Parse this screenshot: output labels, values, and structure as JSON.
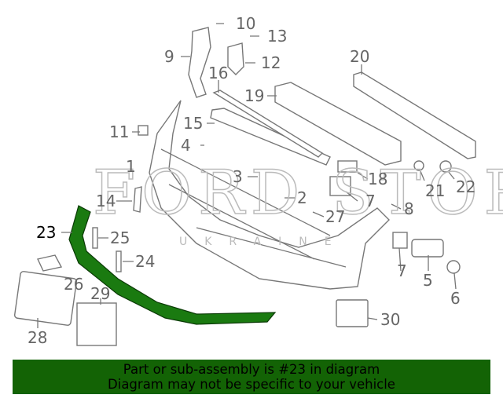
{
  "diagram": {
    "labels": [
      "10",
      "13",
      "9",
      "12",
      "16",
      "20",
      "19",
      "15",
      "11",
      "4",
      "1",
      "3",
      "18",
      "2",
      "14",
      "7",
      "8",
      "27",
      "23",
      "25",
      "24",
      "26",
      "7",
      "5",
      "6",
      "29",
      "28",
      "30",
      "21",
      "22"
    ],
    "highlighted_part": "23",
    "highlight_color": "#1a7a10",
    "watermark": {
      "main": "FORD STORE",
      "sub": "UKRAINE"
    }
  },
  "banner": {
    "line1": "Part or sub-assembly is #23 in diagram",
    "line2": "Diagram may not be specific to your vehicle",
    "color": "#136305"
  }
}
